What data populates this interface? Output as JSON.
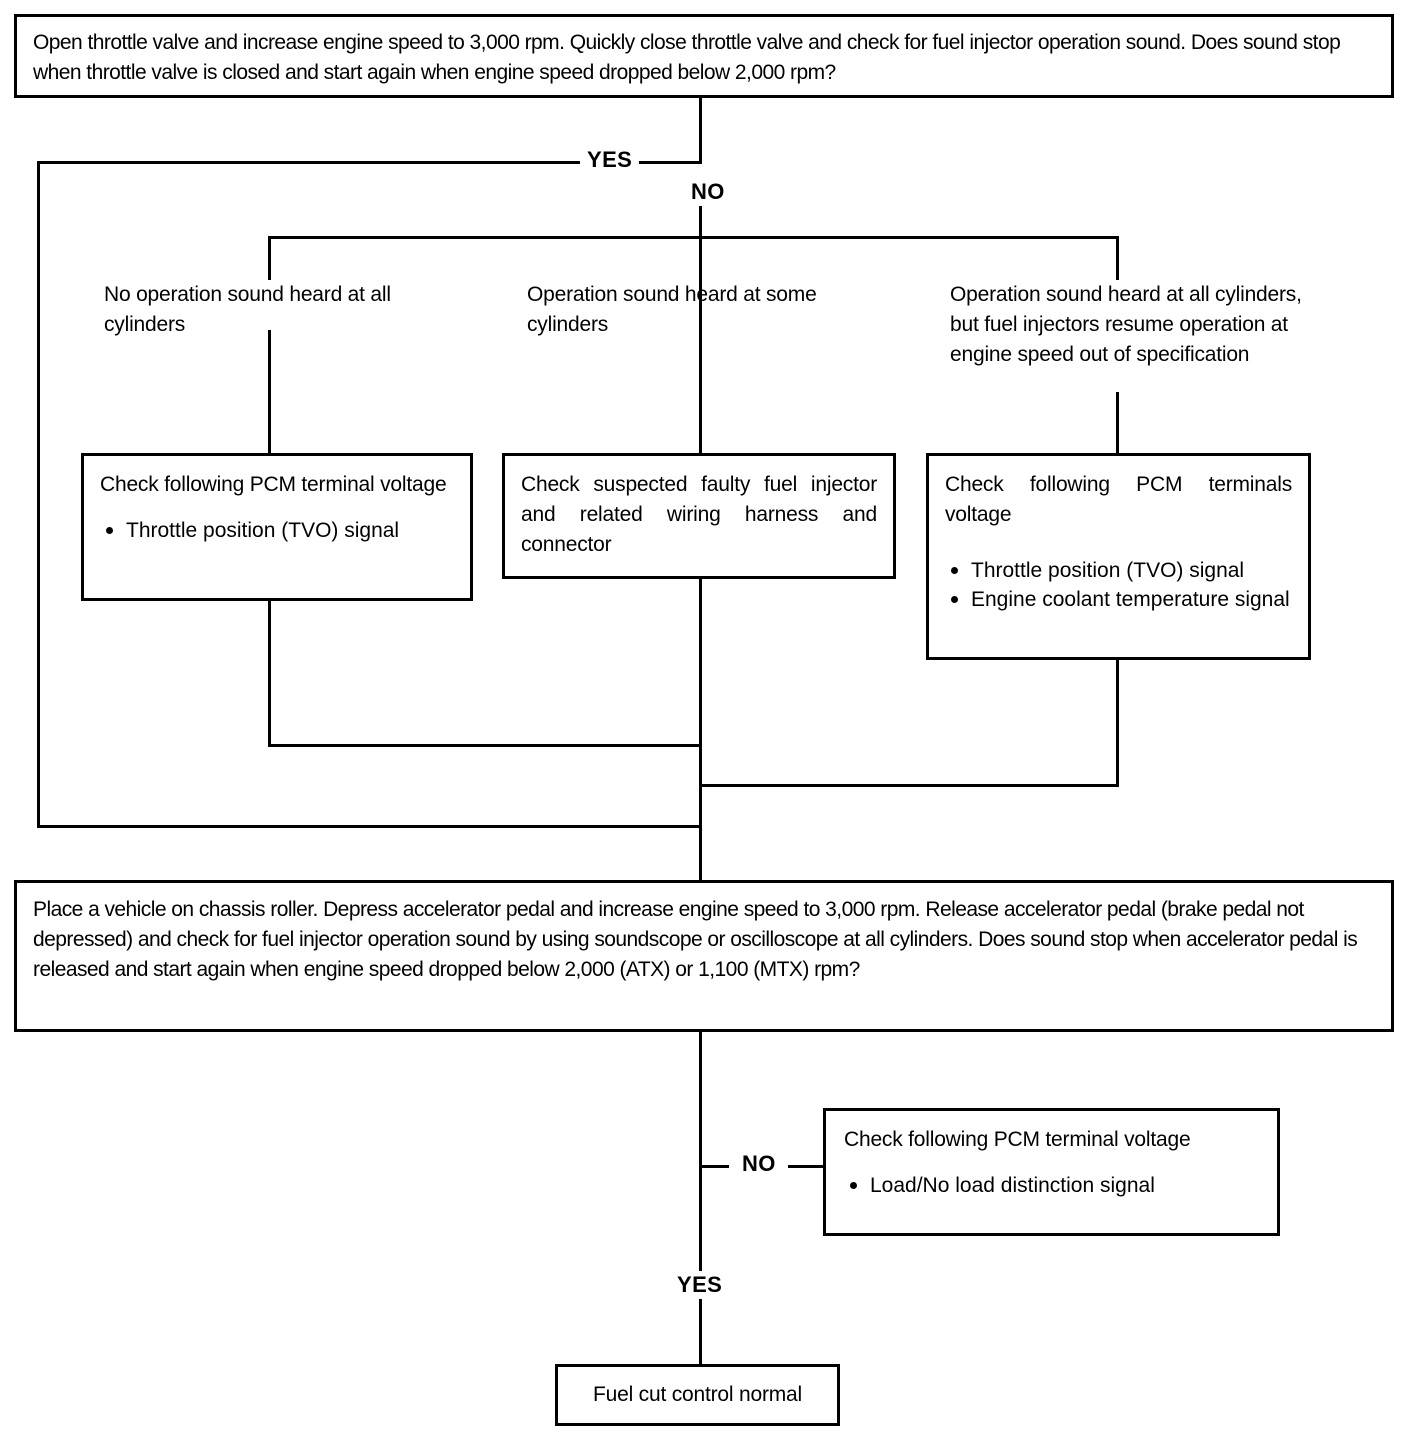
{
  "diagram": {
    "title": "Fuel cut control troubleshooting flowchart",
    "line_color": "#000000",
    "background": "#ffffff"
  },
  "decision1": {
    "text": "Open throttle valve and increase engine speed to 3,000 rpm. Quickly close throttle valve and check for fuel injector operation sound. Does sound stop when throttle valve is closed and start again when engine speed dropped below 2,000 rpm?"
  },
  "decision1_branches": {
    "yes_label": "YES",
    "no_label": "NO"
  },
  "symptoms": {
    "left": "No operation sound heard at all cylinders",
    "middle": "Operation sound heard at some cylinders",
    "right": "Operation sound heard at all cylinders, but fuel injectors resume operation at engine speed out of specification"
  },
  "action_left": {
    "heading": "Check following PCM terminal voltage",
    "bullets": [
      "Throttle position (TVO) signal"
    ]
  },
  "action_middle": {
    "heading": "Check suspected faulty fuel injector and related wiring harness and connector"
  },
  "action_right": {
    "heading": "Check following PCM terminals voltage",
    "bullets": [
      "Throttle position (TVO) signal",
      "Engine coolant temperature signal"
    ]
  },
  "decision2": {
    "text": "Place a vehicle on chassis roller. Depress accelerator pedal and increase engine speed to 3,000 rpm. Release accelerator pedal (brake pedal not depressed) and check for fuel injector operation sound by using soundscope or oscilloscope at all cylinders. Does sound stop when accelerator pedal is released and start again when engine speed dropped below 2,000 (ATX) or 1,100 (MTX) rpm?"
  },
  "decision2_branches": {
    "no_label": "NO",
    "yes_label": "YES"
  },
  "action_no": {
    "heading": "Check following PCM terminal voltage",
    "bullets": [
      "Load/No load distinction signal"
    ]
  },
  "terminal": {
    "text": "Fuel cut control normal"
  }
}
